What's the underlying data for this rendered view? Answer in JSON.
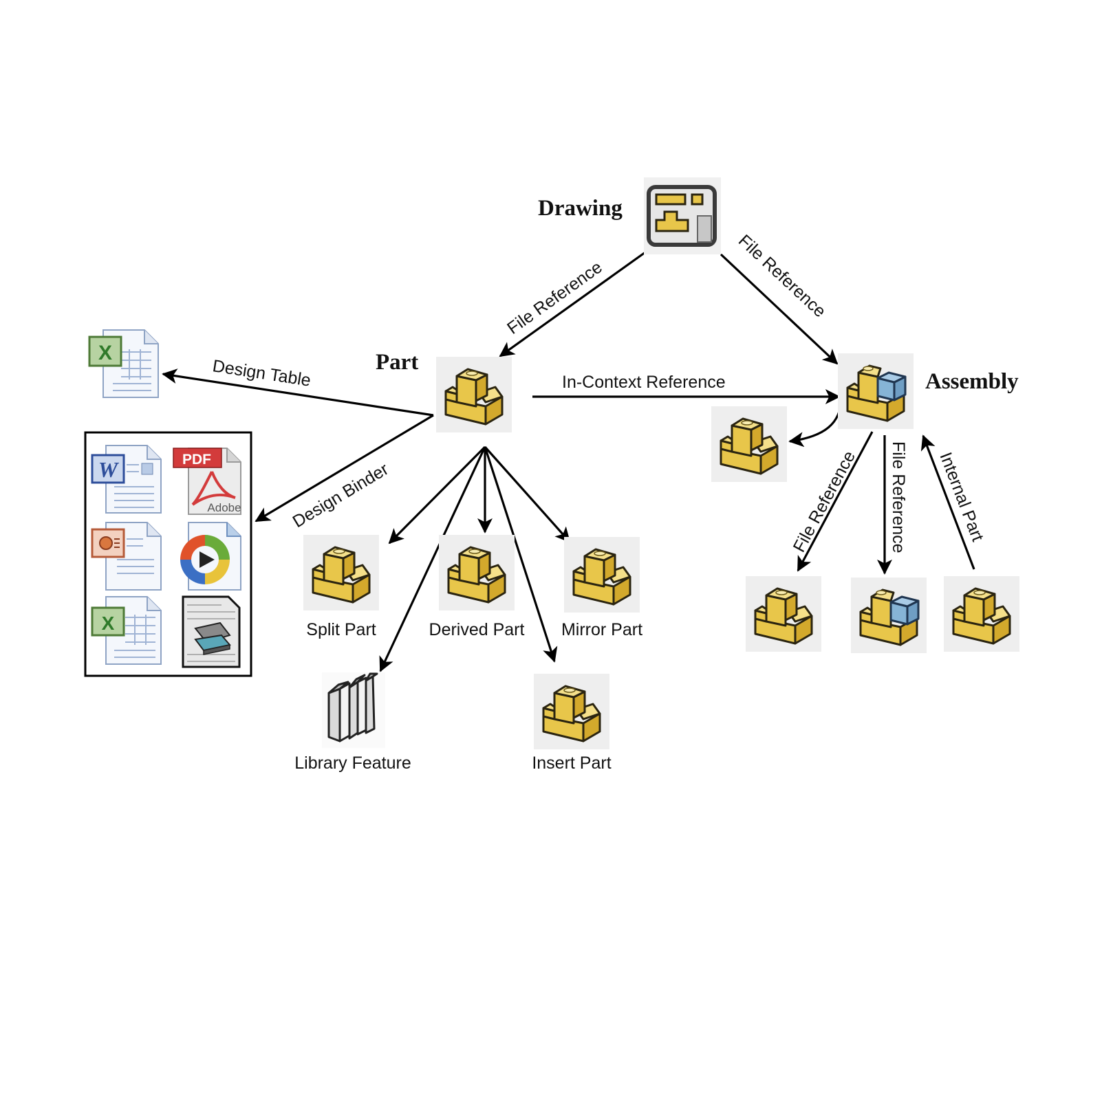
{
  "nodes": {
    "drawing": {
      "label": "Drawing",
      "icon": "drawing-icon"
    },
    "part": {
      "label": "Part",
      "icon": "part-icon"
    },
    "assembly": {
      "label": "Assembly",
      "icon": "assembly-icon"
    },
    "design_table_target": {
      "label": "",
      "icon": "excel-icon"
    },
    "design_binder_box": {
      "icons": [
        "word-doc-icon",
        "pdf-adobe-icon",
        "powerpoint-doc-icon",
        "media-player-icon",
        "excel-doc-icon",
        "scanner-doc-icon"
      ],
      "pdf_badge": "PDF",
      "adobe_text": "Adobe"
    },
    "split_part": {
      "label": "Split Part",
      "icon": "part-icon"
    },
    "derived_part": {
      "label": "Derived Part",
      "icon": "part-icon"
    },
    "mirror_part": {
      "label": "Mirror Part",
      "icon": "part-icon"
    },
    "library_feature": {
      "label": "Library Feature",
      "icon": "library-books-icon"
    },
    "insert_part": {
      "label": "Insert Part",
      "icon": "part-icon"
    },
    "in_context_part": {
      "label": "",
      "icon": "part-icon"
    },
    "assembly_child_part": {
      "label": "",
      "icon": "part-icon"
    },
    "assembly_child_subassembly": {
      "label": "",
      "icon": "assembly-icon"
    },
    "assembly_internal_part": {
      "label": "",
      "icon": "part-icon"
    }
  },
  "edges": {
    "drawing_to_part": "File Reference",
    "drawing_to_assembly": "File Reference",
    "part_to_design_table": "Design Table",
    "part_to_design_binder": "Design Binder",
    "part_to_assembly": "In-Context Reference",
    "assembly_to_part": "File Reference",
    "assembly_to_subassembly": "File Reference",
    "internal_part_to_assembly": "Internal Part"
  }
}
